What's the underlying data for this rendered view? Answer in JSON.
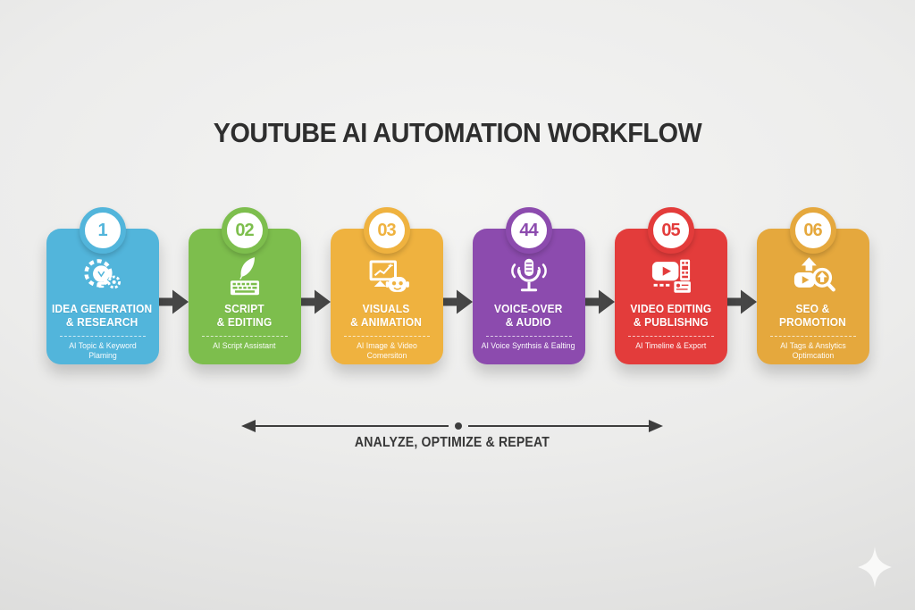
{
  "page": {
    "title": "YOUTUBE AI AUTOMATION WORKFLOW"
  },
  "workflow": {
    "steps": [
      {
        "number": "1",
        "title_line1": "IDEA GENERATION",
        "title_line2": "& RESEARCH",
        "subtitle": "AI Topic & Keyword Plaming",
        "color": "#52b5db",
        "icon": "lightbulb-gears-icon"
      },
      {
        "number": "02",
        "title_line1": "SCRIPT",
        "title_line2": "& EDITING",
        "subtitle": "AI Script Assistant",
        "color": "#7dbe4d",
        "icon": "feather-keyboard-icon"
      },
      {
        "number": "03",
        "title_line1": "VISUALS",
        "title_line2": "& ANIMATION",
        "subtitle": "AI Image & Video Comersiton",
        "color": "#efb23f",
        "icon": "monitor-chart-robot-icon"
      },
      {
        "number": "44",
        "title_line1": "VOICE-OVER",
        "title_line2": "& AUDIO",
        "subtitle": "AI Voice Synthsis & Ealting",
        "color": "#8c4bae",
        "icon": "microphone-waves-icon"
      },
      {
        "number": "05",
        "title_line1": "VIDEO EDITING",
        "title_line2": "& PUBLISHNG",
        "subtitle": "AI Timeline & Export",
        "color": "#e33c3b",
        "icon": "video-player-filmstrip-icon"
      },
      {
        "number": "06",
        "title_line1": "SEO &",
        "title_line2": "PROMOTION",
        "subtitle": "AI Tags & Anslytics Optimcation",
        "color": "#e5a83d",
        "icon": "play-uparrow-magnifier-icon"
      }
    ],
    "loop_label": "ANALYZE, OPTIMIZE & REPEAT"
  },
  "colors": {
    "arrow": "#474747",
    "title_text": "#2e2e2e",
    "loop_text": "#383838",
    "background_light": "#f4f4f3",
    "background_dark": "#cfcfce"
  }
}
